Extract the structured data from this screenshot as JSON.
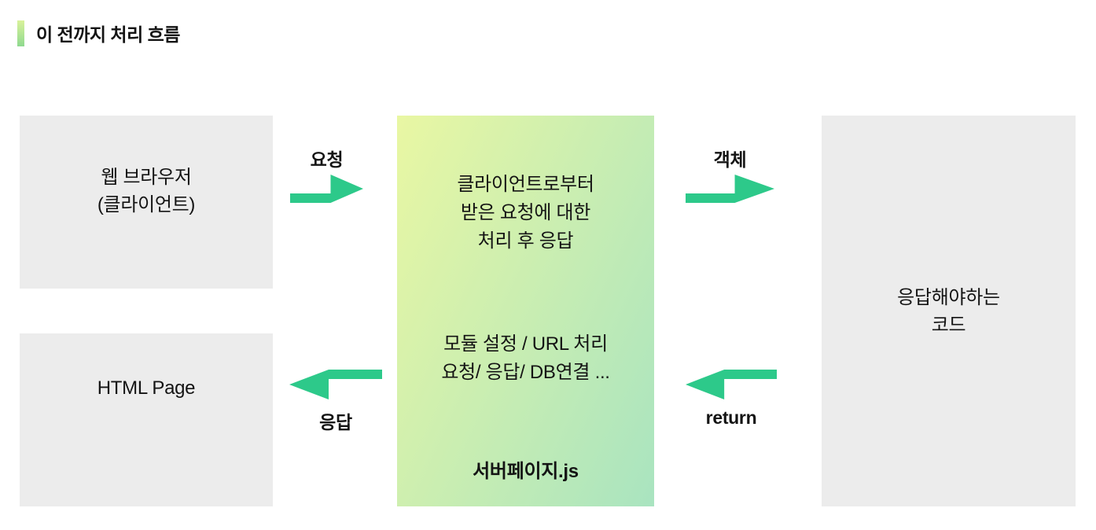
{
  "page": {
    "title": "이 전까지 처리 흐름"
  },
  "colors": {
    "box_gray": "#ececec",
    "arrow_green": "#2dc98a",
    "center_gradient_start": "#e9f7a3",
    "center_gradient_end": "#a9e4c0",
    "accent_bar_start": "#d9f29b",
    "accent_bar_end": "#8fd98f",
    "text": "#141414"
  },
  "nodes": {
    "browser": {
      "lines": [
        "웹 브라우저",
        "(클라이언트)"
      ]
    },
    "html_page": {
      "label": "HTML Page"
    },
    "server": {
      "block1": [
        "클라이언트로부터",
        "받은 요청에 대한",
        "처리 후 응답"
      ],
      "block2": [
        "모듈 설정 / URL 처리",
        "요청/ 응답/ DB연결 ..."
      ],
      "footer": "서버페이지.js"
    },
    "response_code": {
      "lines": [
        "응답해야하는",
        "코드"
      ]
    }
  },
  "arrows": {
    "request": {
      "label": "요청",
      "direction": "right"
    },
    "object": {
      "label": "객체",
      "direction": "right"
    },
    "response": {
      "label": "응답",
      "direction": "left"
    },
    "return": {
      "label": "return",
      "direction": "left"
    }
  }
}
